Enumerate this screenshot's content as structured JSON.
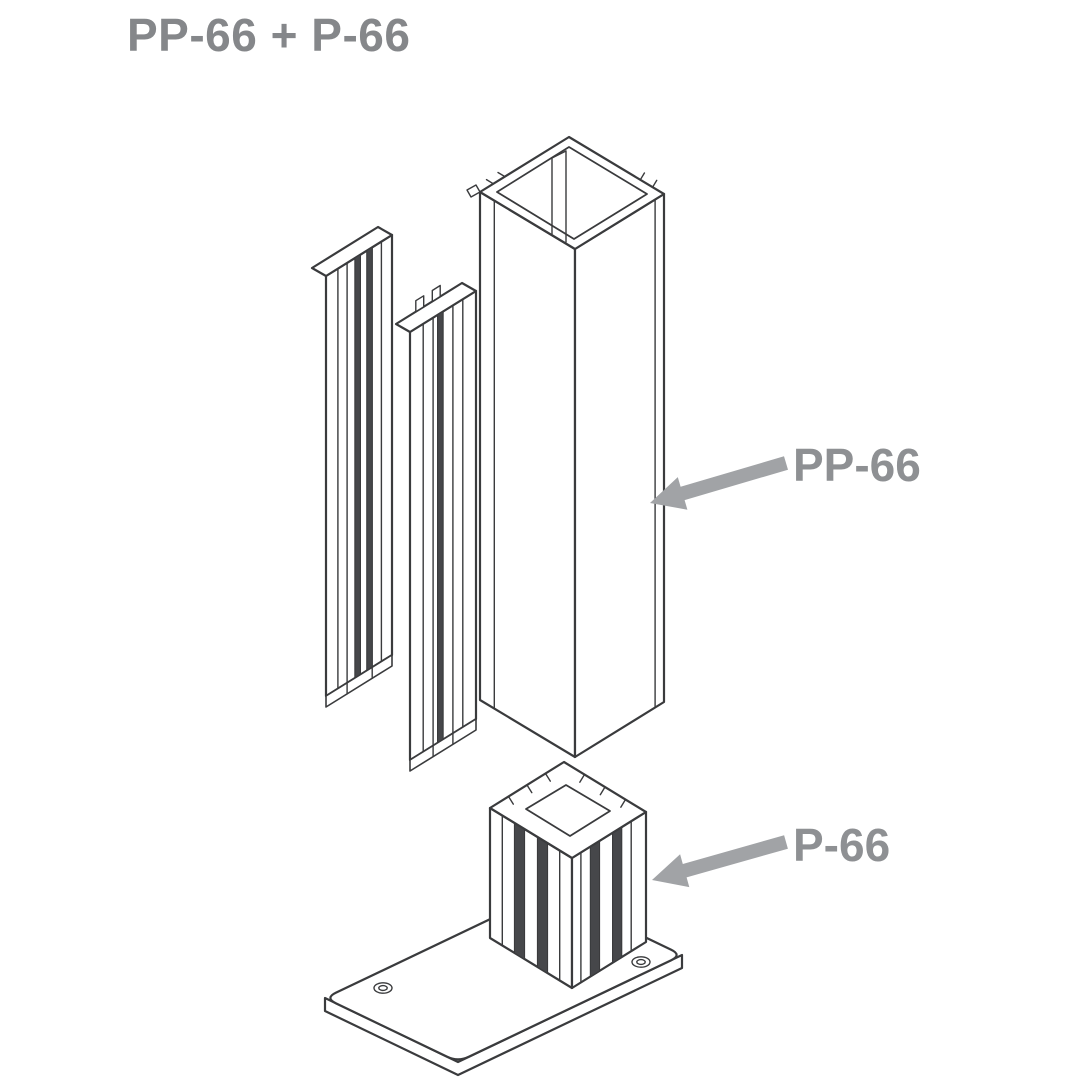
{
  "page": {
    "background_color": "#ffffff",
    "title": "PP-66 + P-66"
  },
  "colors": {
    "title_text": "#85878a",
    "label_text": "#8e9093",
    "arrow": "#a1a3a6",
    "line_art": "#3a3b3d",
    "groove_shadow": "#46474a"
  },
  "callouts": [
    {
      "label": "PP-66",
      "icon": "arrow-left-icon",
      "points_to": "extruded profile"
    },
    {
      "label": "P-66",
      "icon": "arrow-left-icon",
      "points_to": "base plate with ribbed post"
    }
  ]
}
